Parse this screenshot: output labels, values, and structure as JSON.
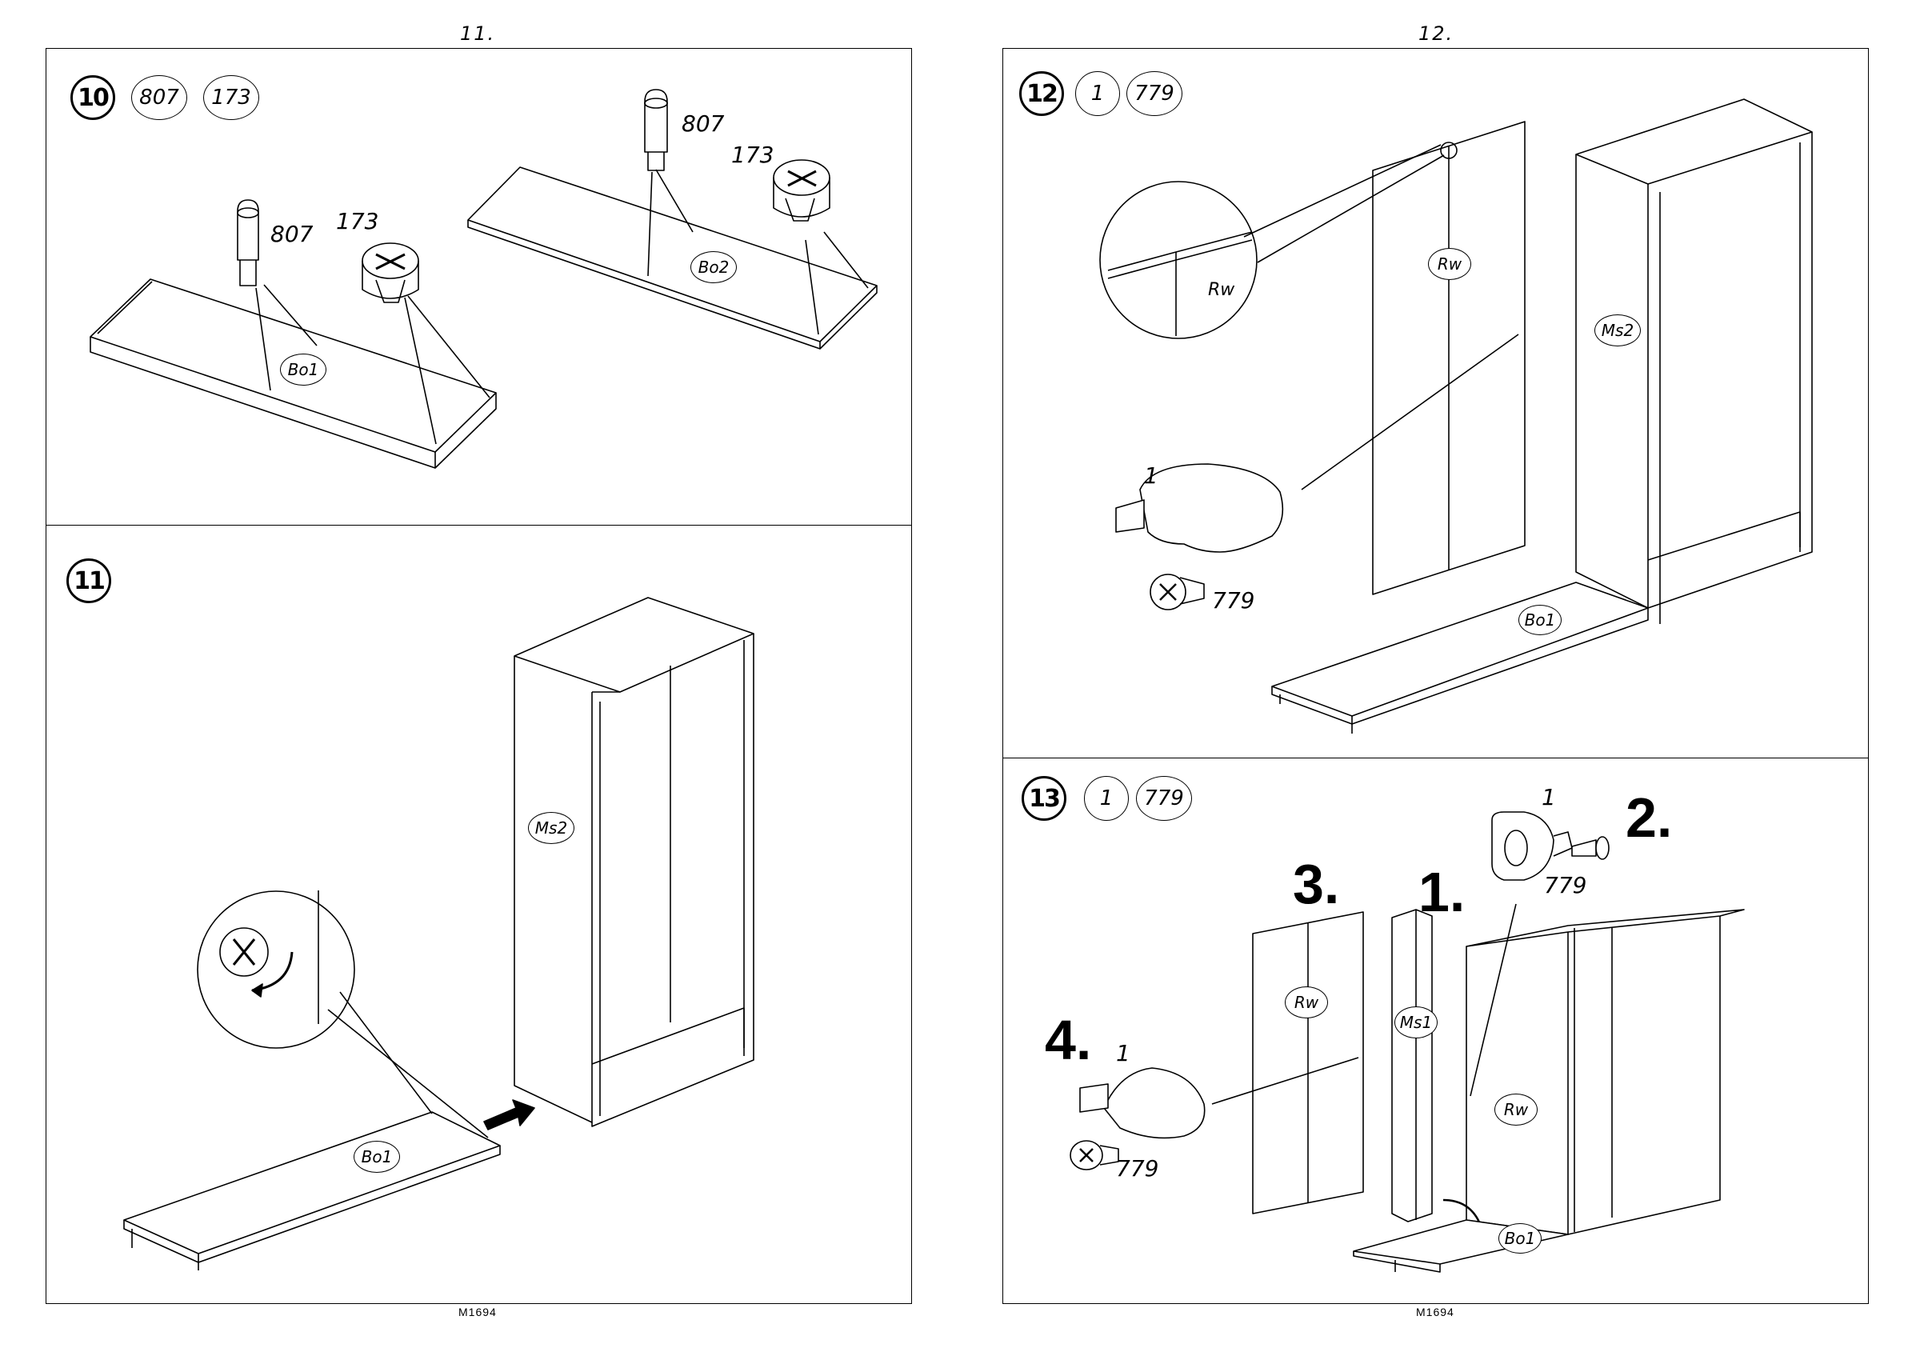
{
  "pages": [
    {
      "number": "11.",
      "footer": "M1694"
    },
    {
      "number": "12.",
      "footer": "M1694"
    }
  ],
  "steps": {
    "s10": {
      "number": "10",
      "parts": [
        "807",
        "173"
      ],
      "labels": {
        "dowel_a": "807",
        "cam_a": "173",
        "dowel_b": "807",
        "cam_b": "173"
      },
      "boards": {
        "bottom1": "Bo1",
        "bottom2": "Bo2"
      }
    },
    "s11": {
      "number": "11",
      "boards": {
        "side": "Ms2",
        "bottom": "Bo1"
      }
    },
    "s12": {
      "number": "12",
      "parts": [
        "1",
        "779"
      ],
      "labels": {
        "clip": "1",
        "screw": "779"
      },
      "boards": {
        "detail": "Rw",
        "back": "Rw",
        "side": "Ms2",
        "bottom": "Bo1"
      }
    },
    "s13": {
      "number": "13",
      "parts": [
        "1",
        "779"
      ],
      "seq": {
        "one": "1.",
        "two": "2.",
        "three": "3.",
        "four": "4."
      },
      "labels": {
        "clip_top": "1",
        "screw_top": "779",
        "clip_left": "1",
        "screw_left": "779"
      },
      "boards": {
        "back_left": "Rw",
        "mid": "Ms1",
        "back_right": "Rw",
        "bottom": "Bo1"
      }
    }
  }
}
